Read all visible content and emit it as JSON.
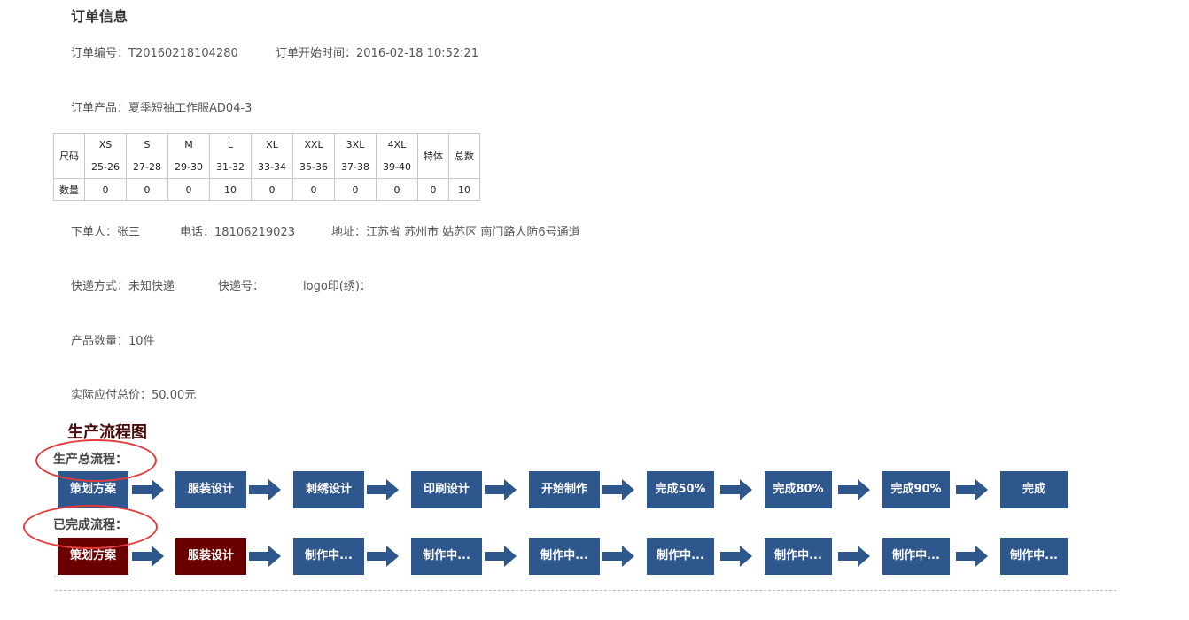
{
  "order": {
    "section_title": "订单信息",
    "number_label": "订单编号：",
    "number": "T20160218104280",
    "start_label": "订单开始时间：",
    "start_time": "2016-02-18 10:52:21",
    "product_label": "订单产品：",
    "product": "夏季短袖工作服AD04-3",
    "customer_label": "下单人：",
    "customer": "张三",
    "phone_label": "电话：",
    "phone": "18106219023",
    "address_label": "地址：",
    "address": "江苏省 苏州市 姑苏区 南门路人防6号通道",
    "express_label": "快递方式：",
    "express": "未知快递",
    "tracking_label": "快递号：",
    "logo_label": "logo印(绣)：",
    "qty_label": "产品数量：",
    "qty": "10件",
    "total_label": "实际应付总价：",
    "total": "50.00元"
  },
  "sizes": {
    "row_label_size": "尺码",
    "row_label_qty": "数量",
    "columns": [
      {
        "size": "XS",
        "range": "25-26",
        "qty": "0"
      },
      {
        "size": "S",
        "range": "27-28",
        "qty": "0"
      },
      {
        "size": "M",
        "range": "29-30",
        "qty": "0"
      },
      {
        "size": "L",
        "range": "31-32",
        "qty": "10"
      },
      {
        "size": "XL",
        "range": "33-34",
        "qty": "0"
      },
      {
        "size": "XXL",
        "range": "35-36",
        "qty": "0"
      },
      {
        "size": "3XL",
        "range": "37-38",
        "qty": "0"
      },
      {
        "size": "4XL",
        "range": "39-40",
        "qty": "0"
      }
    ],
    "special_label": "特体",
    "special_qty": "0",
    "total_label": "总数",
    "total_qty": "10"
  },
  "flow": {
    "title": "生产流程图",
    "overall_label": "生产总流程：",
    "done_label": "已完成流程：",
    "overall_steps": [
      "策划方案",
      "服装设计",
      "刺绣设计",
      "印刷设计",
      "开始制作",
      "完成50%",
      "完成80%",
      "完成90%",
      "完成"
    ],
    "done_steps": [
      "策划方案",
      "服装设计",
      "制作中...",
      "制作中...",
      "制作中...",
      "制作中...",
      "制作中...",
      "制作中...",
      "制作中..."
    ],
    "colors": {
      "pending": "#2e578e",
      "done": "#6b0000",
      "arrow": "#2e578e",
      "highlight": "#e33b3b"
    }
  }
}
